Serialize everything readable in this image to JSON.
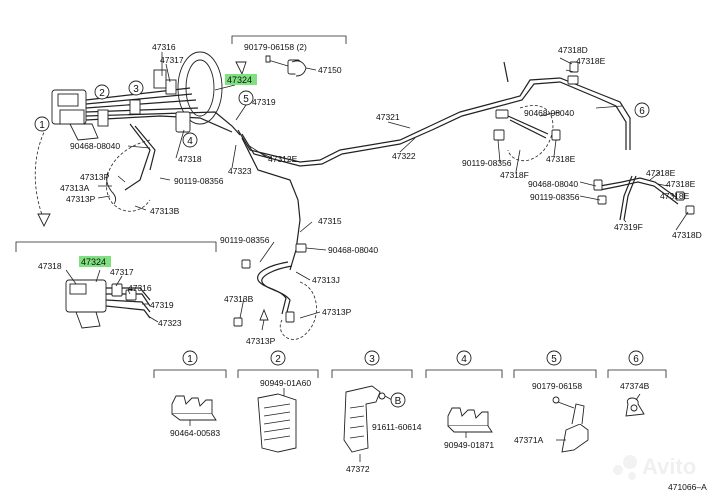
{
  "labels": {
    "p47316_top": "47316",
    "p47317_top": "47317",
    "p47324_top": "47324",
    "p47319_top": "47319",
    "p90179_top": "90179-06158 (2)",
    "p47150": "47150",
    "p47321": "47321",
    "p47322": "47322",
    "p47312e": "47312E",
    "p47323_top": "47323",
    "p47318_top": "47318",
    "p90468_l": "90468-08040",
    "p47313p_l1": "47313P",
    "p47313a": "47313A",
    "p47313p_l2": "47313P",
    "p90119_l": "90119-08356",
    "p47313b_l": "47313B",
    "p47318d": "47318D",
    "p47318e_1": "47318E",
    "p90468_r": "90468-08040",
    "p47318e_2": "47318E",
    "p90119_r": "90119-08356",
    "p47318f": "47318F",
    "p47318e_3": "47318E",
    "p47318e_4": "47318E",
    "p90468_r2": "90468-08040",
    "p47318e_5": "47318E",
    "p90119_r2": "90119-08356",
    "p47319f": "47319F",
    "p47318d_2": "47318D",
    "p47315": "47315",
    "p90119_c": "90119-08356",
    "p90468_c": "90468-08040",
    "p47313j": "47313J",
    "p47313b_c": "47313B",
    "p47313p_c": "47313P",
    "p47313p_c2": "47313P",
    "p47318_box": "47318",
    "p47324_box": "47324",
    "p47317_box": "47317",
    "p47316_box": "47316",
    "p47319_box": "47319",
    "p47323_box": "47323",
    "b1_part": "90464-00583",
    "b2_part": "90949-01A60",
    "b3_part_a": "91611-60614",
    "b3_part_b": "47372",
    "b3_circle": "B",
    "b4_part": "90949-01871",
    "b5_part_a": "90179-06158",
    "b5_part_b": "47371A",
    "b6_part": "47374B",
    "ref_code": "471066–A",
    "watermark": "Avito"
  },
  "callouts": [
    "1",
    "2",
    "3",
    "4",
    "5",
    "6"
  ],
  "highlight_color": "#7fe07f"
}
